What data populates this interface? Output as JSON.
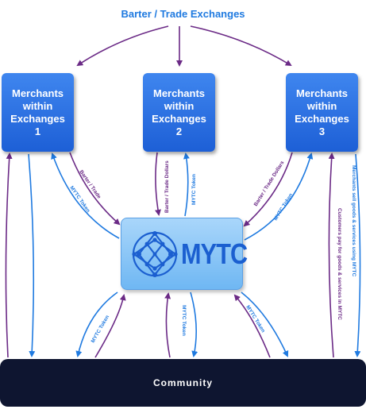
{
  "title": "Barter / Trade Exchanges",
  "merchants": [
    {
      "line1": "Merchants",
      "line2": "within",
      "line3": "Exchanges",
      "number": "1"
    },
    {
      "line1": "Merchants",
      "line2": "within",
      "line3": "Exchanges",
      "number": "2"
    },
    {
      "line1": "Merchants",
      "line2": "within",
      "line3": "Exchanges",
      "number": "3"
    }
  ],
  "center": {
    "label": "MYTC",
    "logo_icon": "network-globe-icon"
  },
  "community": {
    "label": "Community"
  },
  "arrow_labels": {
    "m1_barter": "Barter / Trade",
    "m1_token": "MYTC Token",
    "m2_barter": "Barter / Trade Dollars",
    "m2_token": "MYTC Token",
    "m3_barter": "Barter / Trade Dollars",
    "m3_token": "MYTC Token",
    "c_left": "MYTC Token",
    "c_mid": "MYTC Token",
    "c_right": "MYTC Token",
    "right_purple": "Customers pay for goods & services in MYTC",
    "right_blue": "Merchants sell goods & services using MYTC"
  },
  "colors": {
    "purple": "#6b2a86",
    "blue": "#1f7ae0",
    "merchant": "#2a6fe3",
    "community": "#0e1530"
  }
}
